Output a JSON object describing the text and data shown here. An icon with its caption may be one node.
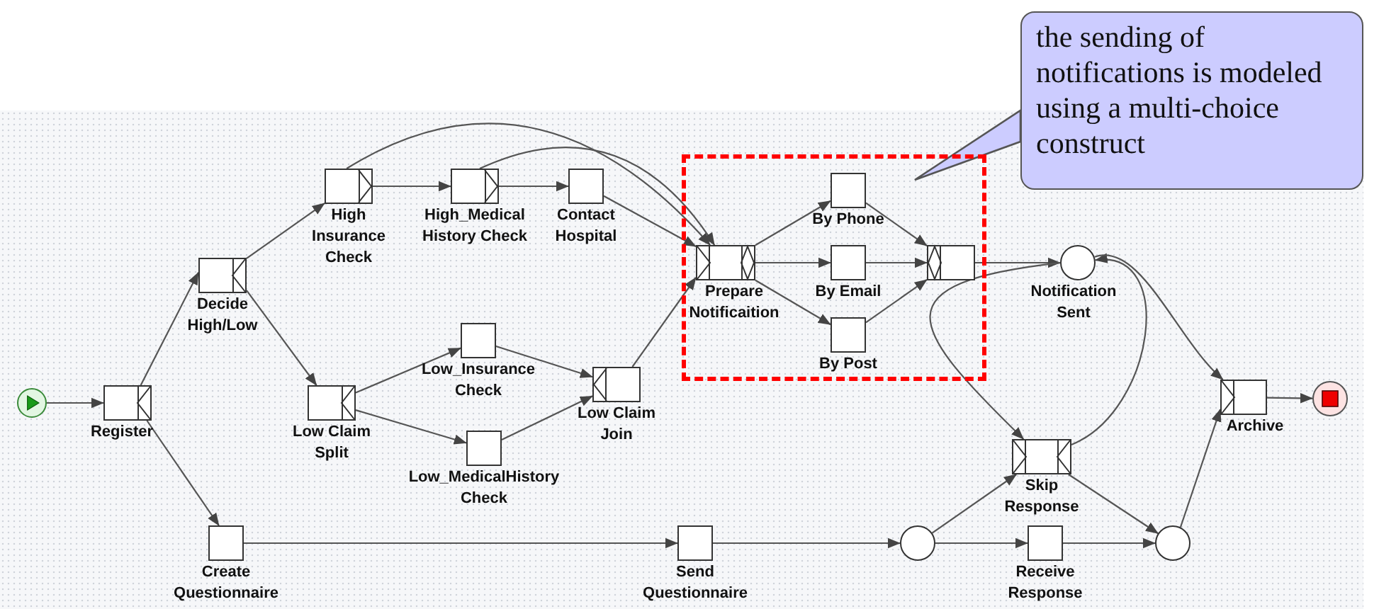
{
  "diagram": {
    "nodes": [
      {
        "text": [],
        "shape": "circle"
      },
      {
        "text": [
          "Register"
        ]
      },
      {
        "text": [
          "Decide High/Low"
        ]
      },
      {
        "text": [
          "High Insurance Check"
        ]
      },
      {
        "text": [
          "High_Medical History Check"
        ]
      },
      {
        "text": [
          "Contact Hospital"
        ]
      },
      {
        "text": [
          "Low Claim Split"
        ]
      },
      {
        "text": [
          "Low_Insurance Check"
        ]
      },
      {
        "text": [
          "Low_MedicalHistory Check"
        ]
      },
      {
        "text": [
          "Low Claim Join"
        ]
      },
      {
        "text": [
          "Create Questionnaire"
        ]
      },
      {
        "text": [],
        "shape": "box"
      },
      {
        "text": [
          "Prepare Notificaition"
        ],
        "in": 11
      },
      {
        "text": [
          "By Phone"
        ],
        "in": 11
      },
      {
        "text": [
          "By Email"
        ],
        "in": 11
      },
      {
        "text": [
          "By Post"
        ],
        "in": 11
      },
      {
        "text": [],
        "shape": "box",
        "in": 11
      },
      {
        "text": [
          "Notification Sent"
        ]
      },
      {
        "text": [
          "the sending of notifications is modeled using a multi-choice construct"
        ]
      },
      {
        "text": [
          "Skip Response"
        ]
      },
      {
        "text": [
          "Send Questionnaire"
        ]
      },
      {
        "text": [],
        "shape": "circle"
      },
      {
        "text": [
          "Receive Response"
        ]
      },
      {
        "text": [],
        "shape": "circle"
      },
      {
        "text": [
          "Archive"
        ]
      },
      {
        "text": [],
        "shape": "circle"
      }
    ],
    "edges": [
      {
        "from": 0,
        "to": 1,
        "arrow": "to"
      },
      {
        "from": 1,
        "to": 2,
        "arrow": "to"
      },
      {
        "from": 1,
        "to": 10,
        "arrow": "to"
      },
      {
        "from": 2,
        "to": 3,
        "arrow": "to"
      },
      {
        "from": 2,
        "to": 6,
        "arrow": "to"
      },
      {
        "from": 3,
        "to": 4,
        "arrow": "to"
      },
      {
        "from": 3,
        "to": 12,
        "arrow": "to"
      },
      {
        "from": 4,
        "to": 5,
        "arrow": "to"
      },
      {
        "from": 4,
        "to": 12,
        "arrow": "to"
      },
      {
        "from": 5,
        "to": 12,
        "arrow": "to"
      },
      {
        "from": 6,
        "to": 7,
        "arrow": "to"
      },
      {
        "from": 6,
        "to": 8,
        "arrow": "to"
      },
      {
        "from": 7,
        "to": 9,
        "arrow": "to"
      },
      {
        "from": 8,
        "to": 9,
        "arrow": "to"
      },
      {
        "from": 9,
        "to": 12,
        "arrow": "to"
      },
      {
        "from": 12,
        "to": 13,
        "arrow": "to"
      },
      {
        "from": 12,
        "to": 14,
        "arrow": "to"
      },
      {
        "from": 12,
        "to": 15,
        "arrow": "to"
      },
      {
        "from": 13,
        "to": 16,
        "arrow": "to"
      },
      {
        "from": 14,
        "to": 16,
        "arrow": "to"
      },
      {
        "from": 15,
        "to": 16,
        "arrow": "to"
      },
      {
        "from": 16,
        "to": 17,
        "arrow": "to"
      },
      {
        "from": 17,
        "to": 19,
        "arrow": "to"
      },
      {
        "from": 19,
        "to": 17,
        "arrow": "to"
      },
      {
        "from": 17,
        "to": 24,
        "arrow": "to"
      },
      {
        "from": 10,
        "to": 20,
        "arrow": "to"
      },
      {
        "from": 20,
        "to": 21,
        "arrow": "to"
      },
      {
        "from": 21,
        "to": 19,
        "arrow": "to"
      },
      {
        "from": 21,
        "to": 22,
        "arrow": "to"
      },
      {
        "from": 19,
        "to": 23,
        "arrow": "to"
      },
      {
        "from": 22,
        "to": 23,
        "arrow": "to"
      },
      {
        "from": 23,
        "to": 24,
        "arrow": "to"
      },
      {
        "from": 24,
        "to": 25,
        "arrow": "to"
      },
      {
        "from": 18,
        "to": 11,
        "arrow": "none"
      }
    ]
  }
}
